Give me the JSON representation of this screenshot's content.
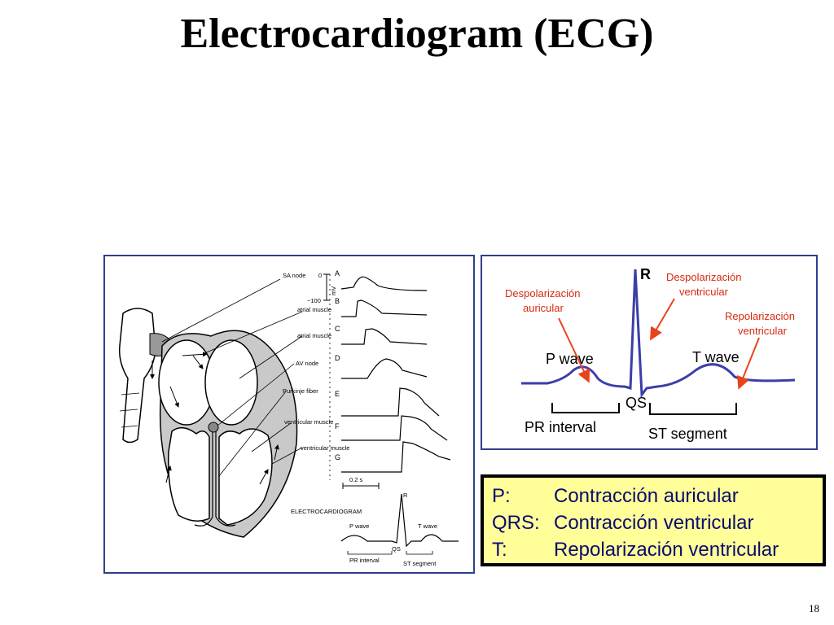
{
  "slide": {
    "title": "Electrocardiogram (ECG)",
    "page_number": "18"
  },
  "heart_diagram": {
    "labels": {
      "sa_node": "SA node",
      "atrial_muscle_1": "atrial muscle",
      "atrial_muscle_2": "atrial muscle",
      "av_node": "AV node",
      "purkinje_fiber": "Purkinje fiber",
      "ventricular_muscle_1": "ventricular muscle",
      "ventricular_muscle_2": "ventricular muscle",
      "scale_zero": "0",
      "scale_minus100": "−100",
      "scale_unit": "mV",
      "time_scale": "0.2 s",
      "ecg_title": "ELECTROCARDIOGRAM"
    },
    "trace_letters": [
      "A",
      "B",
      "C",
      "D",
      "E",
      "F",
      "G"
    ],
    "mini_ecg": {
      "r": "R",
      "p_wave": "P wave",
      "t_wave": "T wave",
      "qs": "QS",
      "pr_interval": "PR interval",
      "st_segment": "ST segment"
    }
  },
  "ecg_panel": {
    "r": "R",
    "qs": "QS",
    "p_wave": "P wave",
    "t_wave": "T wave",
    "pr_interval": "PR interval",
    "st_segment": "ST segment",
    "annotations": {
      "depol_aur_1": "Despolarización",
      "depol_aur_2": "auricular",
      "depol_ven_1": "Despolarización",
      "depol_ven_2": "ventricular",
      "repol_ven_1": "Repolarización",
      "repol_ven_2": "ventricular"
    },
    "colors": {
      "trace": "#3a3fa8",
      "arrow": "#e8441c"
    }
  },
  "legend": [
    {
      "term": "P:",
      "desc": "Contracción auricular"
    },
    {
      "term": "QRS:",
      "desc": "Contracción ventricular"
    },
    {
      "term": "T:",
      "desc": "Repolarización ventricular"
    }
  ]
}
